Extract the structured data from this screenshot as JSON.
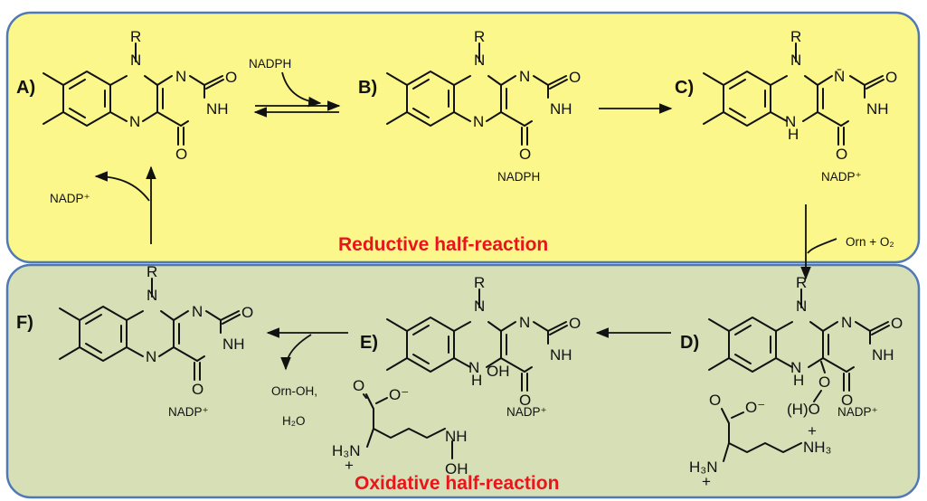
{
  "colors": {
    "reductive_panel": "#fbf78b",
    "oxidative_panel": "#d6dfb6",
    "panel_border": "#4f79b6",
    "title_red": "#e8161b"
  },
  "panels": {
    "reductive_title": "Reductive half-reaction",
    "oxidative_title": "Oxidative half-reaction"
  },
  "species": {
    "A": {
      "label": "A)"
    },
    "B": {
      "label": "B)",
      "partner": "NADPH"
    },
    "C": {
      "label": "C)",
      "partner": "NADP⁺"
    },
    "D": {
      "label": "D)",
      "partner": "NADP⁺",
      "peroxy": "(H)O"
    },
    "E": {
      "label": "E)",
      "partner": "NADP⁺",
      "hydroxy": "OH"
    },
    "F": {
      "label": "F)",
      "partner": "NADP⁺"
    }
  },
  "reagents": {
    "nadph_in": "NADPH",
    "nadp_out": "NADP⁺",
    "orn_o2": "Orn + O₂",
    "orn_oh": "Orn-OH,",
    "water": "H₂O"
  },
  "atoms": {
    "R": "R",
    "N": "N",
    "O": "O",
    "NH": "NH",
    "H": "H",
    "N_minus": "N̄",
    "carboxylate_o": "O⁻",
    "h3n": "H₃N",
    "plus": "+",
    "nh3": "NH₃",
    "oh": "OH"
  }
}
